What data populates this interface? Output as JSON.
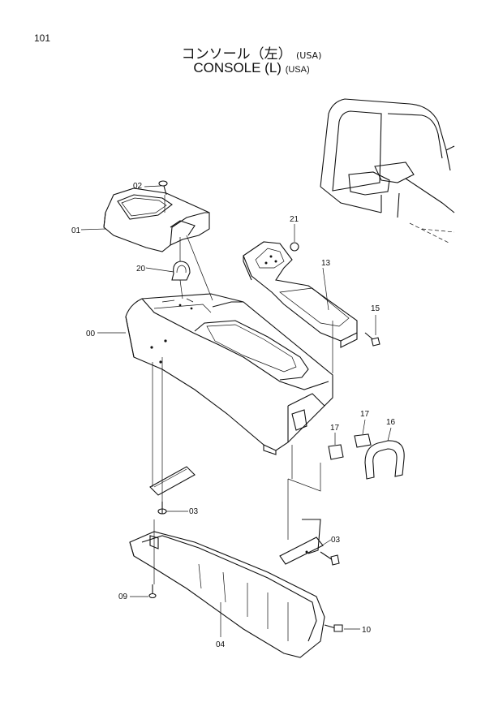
{
  "page_number": "101",
  "title": {
    "jp": "コンソール（左）",
    "jp_suffix": "(USA)",
    "en": "CONSOLE (L)",
    "en_suffix": "(USA)"
  },
  "callouts": {
    "c01": "01",
    "c02": "02",
    "c20": "20",
    "c00": "00",
    "c21": "21",
    "c13": "13",
    "c15": "15",
    "c17a": "17",
    "c17b": "17",
    "c16": "16",
    "c03a": "03",
    "c03b": "03",
    "c09": "09",
    "c04": "04",
    "c10": "10"
  }
}
